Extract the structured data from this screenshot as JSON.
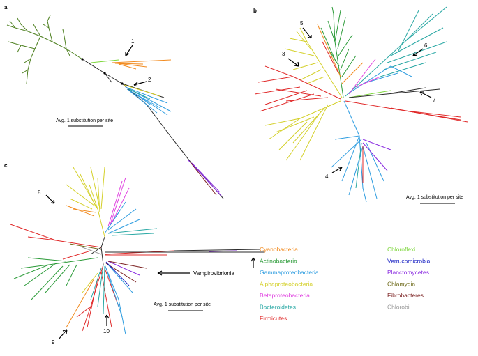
{
  "panels": [
    {
      "label": "a",
      "scale_text": "Avg. 1 substitution per site",
      "annotations": [
        "1",
        "2"
      ]
    },
    {
      "label": "b",
      "scale_text": "Avg. 1 substitution per site",
      "annotations": [
        "3",
        "4",
        "5",
        "6",
        "7"
      ]
    },
    {
      "label": "c",
      "scale_text": "Avg. 1 substitution per site",
      "annotations": [
        "8",
        "9",
        "10"
      ],
      "callout": "Vampirovibrionia"
    }
  ],
  "legend": [
    {
      "name": "Cyanobacteria",
      "color": "#f28a1d"
    },
    {
      "name": "Actinobacteria",
      "color": "#2a9a37"
    },
    {
      "name": "Gammaproteobacteria",
      "color": "#2f9de0"
    },
    {
      "name": "Alphaproteobacteria",
      "color": "#d4d02a"
    },
    {
      "name": "Betaproteobacteria",
      "color": "#e040e0"
    },
    {
      "name": "Bacteroidetes",
      "color": "#29a8a4"
    },
    {
      "name": "Firmicutes",
      "color": "#e02828"
    },
    {
      "name": "Chloroflexi",
      "color": "#7cd63a"
    },
    {
      "name": "Verrucomicrobia",
      "color": "#1b24c4"
    },
    {
      "name": "Planctomycetes",
      "color": "#8a2be0"
    },
    {
      "name": "Chlamydia",
      "color": "#6e6a1a"
    },
    {
      "name": "Fibrobacteres",
      "color": "#7a1f1f"
    },
    {
      "name": "Chlorobi",
      "color": "#9a9a9a"
    }
  ]
}
